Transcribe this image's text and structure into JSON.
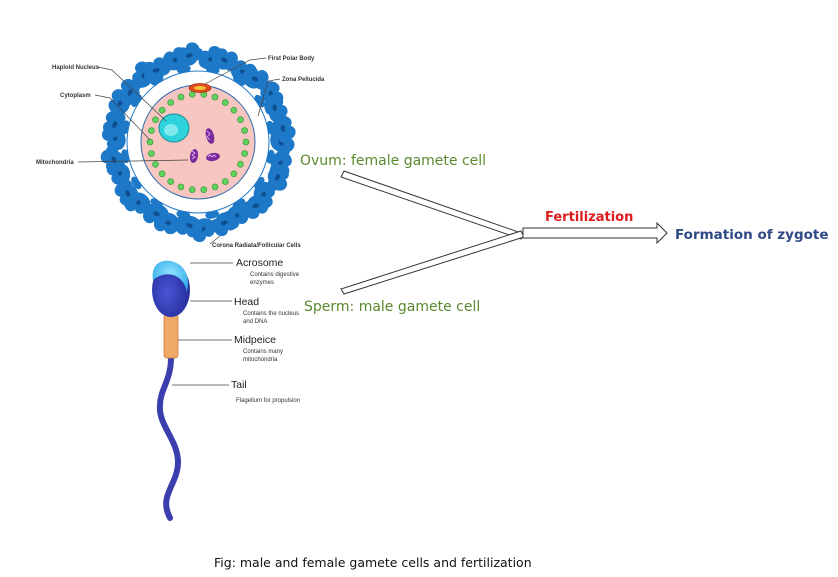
{
  "ovum": {
    "labels": {
      "haploid_nucleus": "Haploid Nucleus",
      "cytoplasm": "Cytoplasm",
      "mitochondria": "Mitochondria",
      "first_polar_body": "First Polar Body",
      "zona_pellucida": "Zona Pellucida",
      "corona_radiata": "Corona Radiata/Follicular Cells"
    },
    "caption": "Ovum: female gamete cell"
  },
  "sperm": {
    "parts": [
      {
        "name": "Acrosome",
        "desc": [
          "Contains digestive",
          "enzymes"
        ]
      },
      {
        "name": "Head",
        "desc": [
          "Contains the nucleus",
          "and DNA"
        ]
      },
      {
        "name": "Midpeice",
        "desc": [
          "Contains many",
          "mitochondria"
        ]
      },
      {
        "name": "Tail",
        "desc": [
          "Flagellum for propulsion"
        ]
      }
    ],
    "caption": "Sperm: male gamete cell"
  },
  "process": {
    "fertilization": "Fertilization",
    "result": "Formation of zygote"
  },
  "figure_caption": "Fig: male and female gamete cells and fertilization",
  "colors": {
    "corona": "#1e78c8",
    "zona": "#ffffff",
    "cytoplasm": "#f7c6c0",
    "nucleus": "#2fd3dc",
    "green_dots": "#5ed35e",
    "mitochondria": "#7a2a9c",
    "polar_body": "#e24a1a",
    "sperm_head": "#2f39b0",
    "acrosome": "#3fb8ef",
    "midpiece": "#f1a96a",
    "tail": "#3b3fae",
    "text_green": "#5a8a2e",
    "text_red": "#e01b1b",
    "text_blue": "#2e4a86"
  }
}
